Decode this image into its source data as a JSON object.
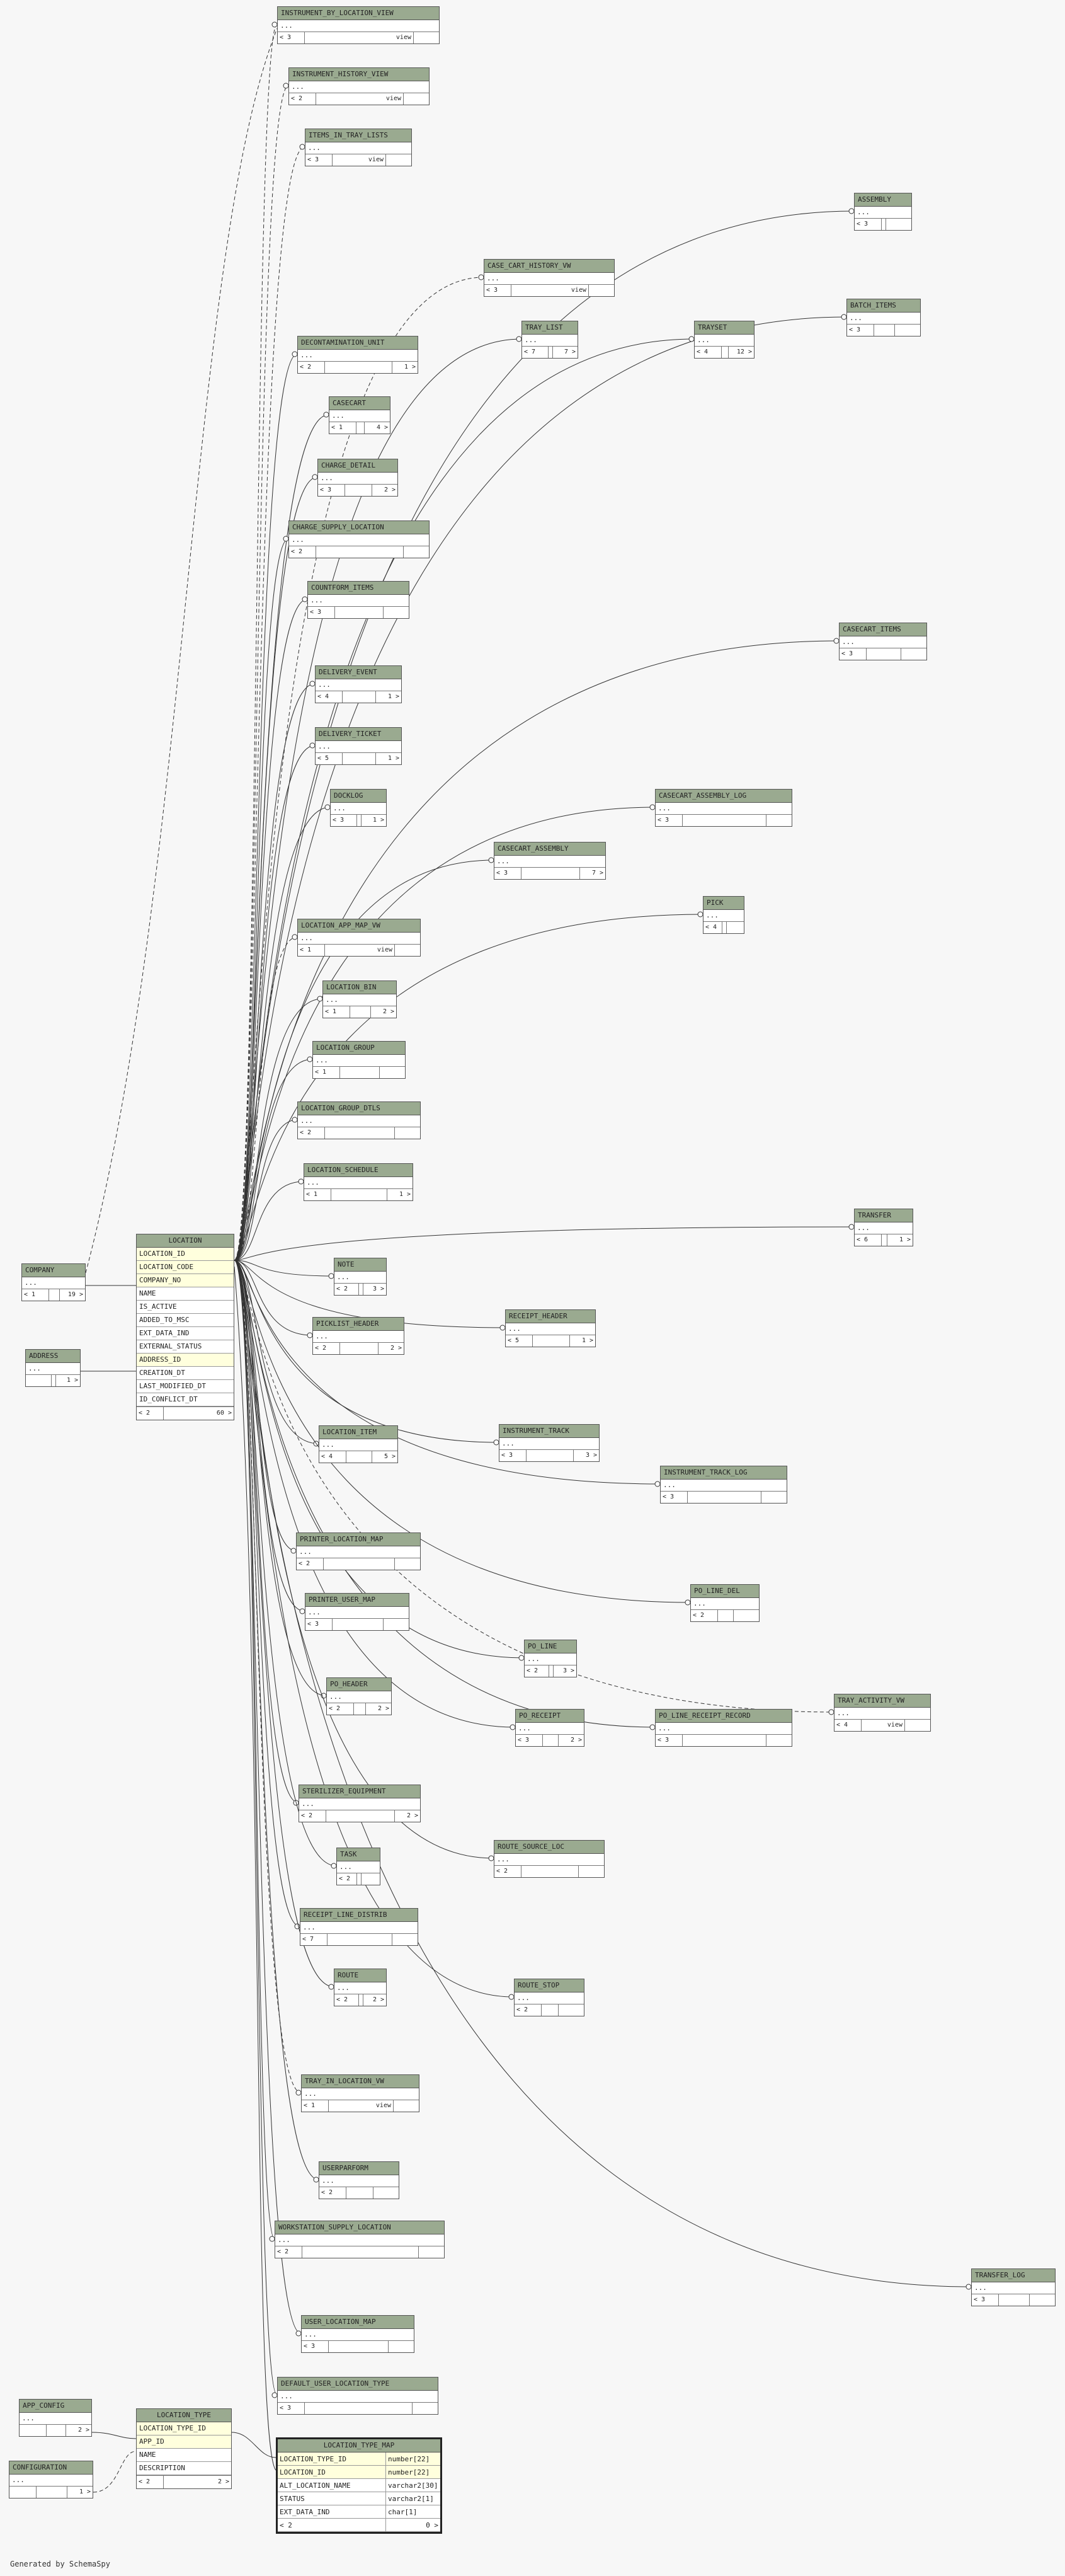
{
  "footer": "Generated by SchemaSpy",
  "entities": [
    {
      "name": "INSTRUMENT_BY_LOCATION_VIEW",
      "rows": "< 3",
      "children": "",
      "kind": "view"
    },
    {
      "name": "INSTRUMENT_HISTORY_VIEW",
      "rows": "< 2",
      "children": "",
      "kind": "view"
    },
    {
      "name": "ITEMS_IN_TRAY_LISTS",
      "rows": "< 3",
      "children": "",
      "kind": "view"
    },
    {
      "name": "ASSEMBLY",
      "rows": "< 3",
      "children": "",
      "kind": ""
    },
    {
      "name": "CASE_CART_HISTORY_VW",
      "rows": "< 3",
      "children": "",
      "kind": "view"
    },
    {
      "name": "BATCH_ITEMS",
      "rows": "< 3",
      "children": "",
      "kind": ""
    },
    {
      "name": "TRAYSET",
      "rows": "< 4",
      "children": "12 >",
      "kind": ""
    },
    {
      "name": "TRAY_LIST",
      "rows": "< 7",
      "children": "7 >",
      "kind": ""
    },
    {
      "name": "DECONTAMINATION_UNIT",
      "rows": "< 2",
      "children": "1 >",
      "kind": ""
    },
    {
      "name": "CASECART",
      "rows": "< 1",
      "children": "4 >",
      "kind": ""
    },
    {
      "name": "CHARGE_DETAIL",
      "rows": "< 3",
      "children": "2 >",
      "kind": ""
    },
    {
      "name": "CHARGE_SUPPLY_LOCATION",
      "rows": "< 2",
      "children": "",
      "kind": ""
    },
    {
      "name": "COUNTFORM_ITEMS",
      "rows": "< 3",
      "children": "",
      "kind": ""
    },
    {
      "name": "CASECART_ITEMS",
      "rows": "< 3",
      "children": "",
      "kind": ""
    },
    {
      "name": "DELIVERY_EVENT",
      "rows": "< 4",
      "children": "1 >",
      "kind": ""
    },
    {
      "name": "DELIVERY_TICKET",
      "rows": "< 5",
      "children": "1 >",
      "kind": ""
    },
    {
      "name": "DOCKLOG",
      "rows": "< 3",
      "children": "1 >",
      "kind": ""
    },
    {
      "name": "CASECART_ASSEMBLY_LOG",
      "rows": "< 3",
      "children": "",
      "kind": ""
    },
    {
      "name": "CASECART_ASSEMBLY",
      "rows": "< 3",
      "children": "7 >",
      "kind": ""
    },
    {
      "name": "PICK",
      "rows": "< 4",
      "children": "",
      "kind": ""
    },
    {
      "name": "LOCATION_APP_MAP_VW",
      "rows": "< 1",
      "children": "",
      "kind": "view"
    },
    {
      "name": "LOCATION_BIN",
      "rows": "< 1",
      "children": "2 >",
      "kind": ""
    },
    {
      "name": "LOCATION_GROUP",
      "rows": "< 1",
      "children": "",
      "kind": ""
    },
    {
      "name": "LOCATION_GROUP_DTLS",
      "rows": "< 2",
      "children": "",
      "kind": ""
    },
    {
      "name": "LOCATION_SCHEDULE",
      "rows": "< 1",
      "children": "1 >",
      "kind": ""
    },
    {
      "name": "TRANSFER",
      "rows": "< 6",
      "children": "1 >",
      "kind": ""
    },
    {
      "name": "NOTE",
      "rows": "< 2",
      "children": "3 >",
      "kind": ""
    },
    {
      "name": "PICKLIST_HEADER",
      "rows": "< 2",
      "children": "2 >",
      "kind": ""
    },
    {
      "name": "RECEIPT_HEADER",
      "rows": "< 5",
      "children": "1 >",
      "kind": ""
    },
    {
      "name": "LOCATION_ITEM",
      "rows": "< 4",
      "children": "5 >",
      "kind": ""
    },
    {
      "name": "INSTRUMENT_TRACK",
      "rows": "< 3",
      "children": "3 >",
      "kind": ""
    },
    {
      "name": "INSTRUMENT_TRACK_LOG",
      "rows": "< 3",
      "children": "",
      "kind": ""
    },
    {
      "name": "PRINTER_LOCATION_MAP",
      "rows": "< 2",
      "children": "",
      "kind": ""
    },
    {
      "name": "PO_LINE_DEL",
      "rows": "< 2",
      "children": "",
      "kind": ""
    },
    {
      "name": "PRINTER_USER_MAP",
      "rows": "< 3",
      "children": "",
      "kind": ""
    },
    {
      "name": "PO_LINE",
      "rows": "< 2",
      "children": "3 >",
      "kind": ""
    },
    {
      "name": "PO_HEADER",
      "rows": "< 2",
      "children": "2 >",
      "kind": ""
    },
    {
      "name": "PO_RECEIPT",
      "rows": "< 3",
      "children": "2 >",
      "kind": ""
    },
    {
      "name": "PO_LINE_RECEIPT_RECORD",
      "rows": "< 3",
      "children": "",
      "kind": ""
    },
    {
      "name": "TRAY_ACTIVITY_VW",
      "rows": "< 4",
      "children": "",
      "kind": "view"
    },
    {
      "name": "STERILIZER_EQUIPMENT",
      "rows": "< 2",
      "children": "2 >",
      "kind": ""
    },
    {
      "name": "ROUTE_SOURCE_LOC",
      "rows": "< 2",
      "children": "",
      "kind": ""
    },
    {
      "name": "TASK",
      "rows": "< 2",
      "children": "",
      "kind": ""
    },
    {
      "name": "RECEIPT_LINE_DISTRIB",
      "rows": "< 7",
      "children": "",
      "kind": ""
    },
    {
      "name": "ROUTE",
      "rows": "< 2",
      "children": "2 >",
      "kind": ""
    },
    {
      "name": "ROUTE_STOP",
      "rows": "< 2",
      "children": "",
      "kind": ""
    },
    {
      "name": "TRAY_IN_LOCATION_VW",
      "rows": "< 1",
      "children": "",
      "kind": "view"
    },
    {
      "name": "USERPARFORM",
      "rows": "< 2",
      "children": "",
      "kind": ""
    },
    {
      "name": "WORKSTATION_SUPPLY_LOCATION",
      "rows": "< 2",
      "children": "",
      "kind": ""
    },
    {
      "name": "TRANSFER_LOG",
      "rows": "< 3",
      "children": "",
      "kind": ""
    },
    {
      "name": "USER_LOCATION_MAP",
      "rows": "< 3",
      "children": "",
      "kind": ""
    },
    {
      "name": "DEFAULT_USER_LOCATION_TYPE",
      "rows": "< 3",
      "children": "",
      "kind": ""
    },
    {
      "name": "COMPANY",
      "rows": "< 1",
      "children": "19 >",
      "kind": ""
    },
    {
      "name": "ADDRESS",
      "rows": "",
      "children": "1 >",
      "kind": ""
    },
    {
      "name": "APP_CONFIG",
      "rows": "",
      "children": "2 >",
      "kind": ""
    },
    {
      "name": "CONFIGURATION",
      "rows": "",
      "children": "1 >",
      "kind": ""
    }
  ],
  "location": {
    "name": "LOCATION",
    "columns": [
      "LOCATION_ID",
      "LOCATION_CODE",
      "COMPANY_NO",
      "NAME",
      "IS_ACTIVE",
      "ADDED_TO_MSC",
      "EXT_DATA_IND",
      "EXTERNAL_STATUS",
      "ADDRESS_ID",
      "CREATION_DT",
      "LAST_MODIFIED_DT",
      "ID_CONFLICT_DT"
    ],
    "rows": "< 2",
    "children": "60 >"
  },
  "location_type": {
    "name": "LOCATION_TYPE",
    "columns": [
      "LOCATION_TYPE_ID",
      "APP_ID",
      "NAME",
      "DESCRIPTION"
    ],
    "rows": "< 2",
    "children": "2 >"
  },
  "location_type_map": {
    "name": "LOCATION_TYPE_MAP",
    "columns": [
      {
        "name": "LOCATION_TYPE_ID",
        "type": "number[22]"
      },
      {
        "name": "LOCATION_ID",
        "type": "number[22]"
      },
      {
        "name": "ALT_LOCATION_NAME",
        "type": "varchar2[30]"
      },
      {
        "name": "STATUS",
        "type": "varchar2[1]"
      },
      {
        "name": "EXT_DATA_IND",
        "type": "char[1]"
      }
    ],
    "rows": "< 2",
    "children": "0 >"
  }
}
